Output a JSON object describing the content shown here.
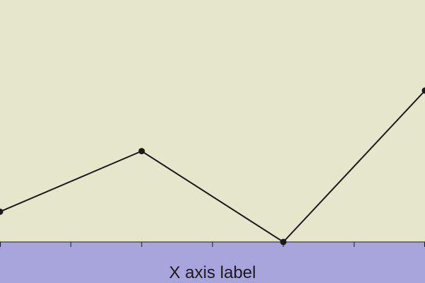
{
  "chart_data": {
    "type": "line",
    "x": [
      0,
      1,
      2,
      3
    ],
    "values": [
      0.1,
      0.3,
      0.0,
      0.5
    ],
    "xlabel": "X axis label",
    "ylabel": "",
    "title": "",
    "xlim": [
      0,
      3
    ],
    "ylim": [
      0,
      0.5
    ],
    "x_ticks": [
      0,
      0.5,
      1,
      1.5,
      2,
      2.5,
      3
    ],
    "grid": false,
    "colors": {
      "plot_background": "#e6e6cc",
      "axis_band": "#a8a4dc",
      "line": "#1a1a1a"
    }
  }
}
